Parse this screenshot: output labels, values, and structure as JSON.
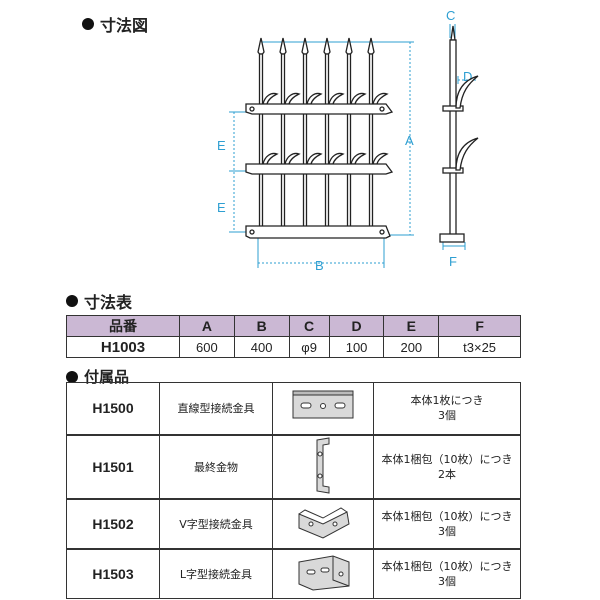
{
  "headings": {
    "dimension_drawing": "寸法図",
    "dimension_table": "寸法表",
    "accessories": "付属品"
  },
  "drawing_labels": {
    "A": "A",
    "B": "B",
    "C": "C",
    "D": "D",
    "E1": "E",
    "E2": "E",
    "F": "F"
  },
  "dims_table": {
    "headers": [
      "品番",
      "A",
      "B",
      "C",
      "D",
      "E",
      "F"
    ],
    "row": [
      "H1003",
      "600",
      "400",
      "φ9",
      "100",
      "200",
      "t3×25"
    ]
  },
  "accessories": [
    {
      "code": "H1500",
      "name": "直線型接続金具",
      "qty": [
        "本体1枚につき",
        "3個"
      ],
      "icon": "straight-bracket-icon"
    },
    {
      "code": "H1501",
      "name": "最終金物",
      "qty": [
        "本体1梱包（10枚）につき",
        "2本"
      ],
      "icon": "end-fitting-icon"
    },
    {
      "code": "H1502",
      "name": "V字型接続金具",
      "qty": [
        "本体1梱包（10枚）につき",
        "3個"
      ],
      "icon": "v-bracket-icon"
    },
    {
      "code": "H1503",
      "name": "L字型接続金具",
      "qty": [
        "本体1梱包（10枚）につき",
        "3個"
      ],
      "icon": "l-bracket-icon"
    }
  ],
  "colors": {
    "dimension_line": "#2e9fd2",
    "table_header": "#cbb8d4"
  }
}
